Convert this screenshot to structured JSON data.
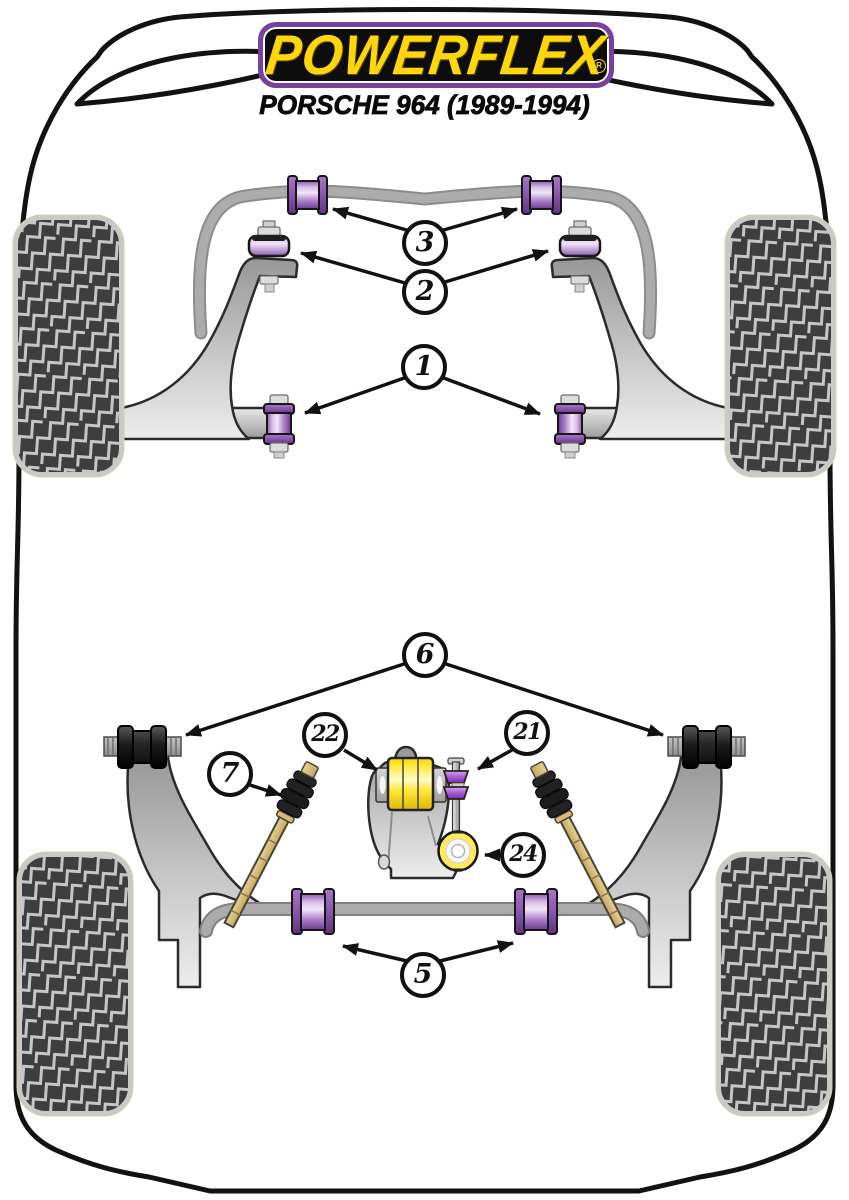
{
  "header": {
    "brand": "POWERFLEX",
    "registered_mark": "R",
    "model": "PORSCHE 964 (1989-1994)"
  },
  "palette": {
    "brand_yellow": "#FFD60A",
    "logo_purple_border": "#7B3FA0",
    "logo_black": "#0D0D0D",
    "bushing_purple_light": "#F0E4F8",
    "bushing_purple": "#9A6AB8",
    "bushing_purple_dark": "#6A3D8F",
    "bushing_yellow": "#FFE93C",
    "bushing_black": "#1C1C1C",
    "metal_gray": "#C9C9C9",
    "anti_roll_bar_gray": "#ACACAC",
    "torsion_bar_tan": "#D6BD7D",
    "tire_rubber": "#3E3E3E",
    "tire_tread_line": "#C6C6C6",
    "outline_black": "#121212"
  },
  "callouts": {
    "c1": {
      "label": "1"
    },
    "c2": {
      "label": "2"
    },
    "c3": {
      "label": "3"
    },
    "c5": {
      "label": "5"
    },
    "c6": {
      "label": "6"
    },
    "c7": {
      "label": "7"
    },
    "c21": {
      "label": "21"
    },
    "c22": {
      "label": "22"
    },
    "c24": {
      "label": "24"
    }
  }
}
